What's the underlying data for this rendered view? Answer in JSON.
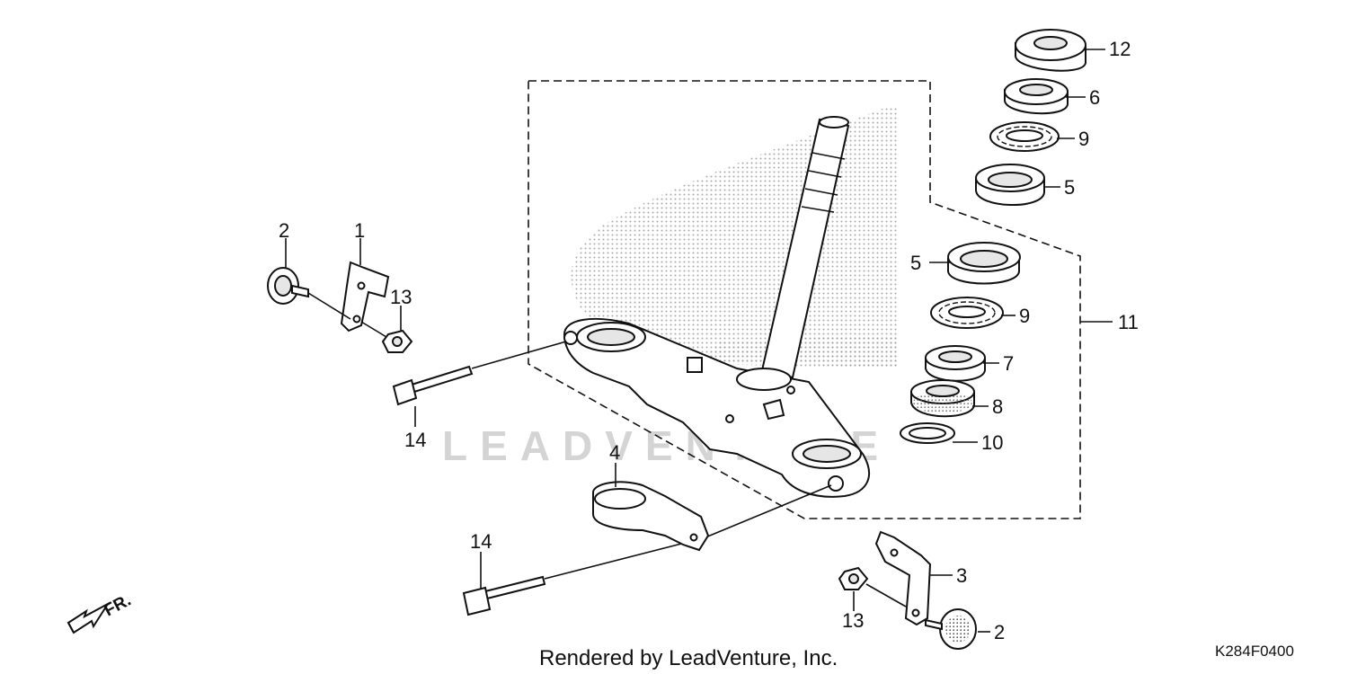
{
  "diagram": {
    "watermark": "LEADVENTURE",
    "direction_label": "FR.",
    "footer_text": "Rendered by LeadVenture, Inc.",
    "diagram_code": "K284F0400",
    "callouts": {
      "c1": "1",
      "c2a": "2",
      "c2b": "2",
      "c3": "3",
      "c4": "4",
      "c5a": "5",
      "c5b": "5",
      "c6": "6",
      "c7": "7",
      "c8": "8",
      "c9a": "9",
      "c9b": "9",
      "c10": "10",
      "c11": "11",
      "c12": "12",
      "c13a": "13",
      "c13b": "13",
      "c14a": "14",
      "c14b": "14"
    }
  }
}
